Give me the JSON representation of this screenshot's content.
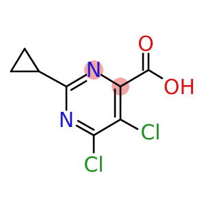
{
  "molecule": {
    "atoms": {
      "n1": {
        "symbol": "N",
        "color": "#1a1ad6"
      },
      "n3": {
        "symbol": "N",
        "color": "#1a1ad6"
      },
      "cl5": {
        "symbol": "Cl",
        "color": "#1f8f1f"
      },
      "cl6": {
        "symbol": "Cl",
        "color": "#1f8f1f"
      },
      "o_carbonyl": {
        "symbol": "O",
        "color": "#e01010"
      },
      "o_hydroxyl": {
        "symbol": "OH",
        "color": "#e01010"
      }
    },
    "highlight_color": "#f4a6a6",
    "bond_color": "#000000"
  }
}
